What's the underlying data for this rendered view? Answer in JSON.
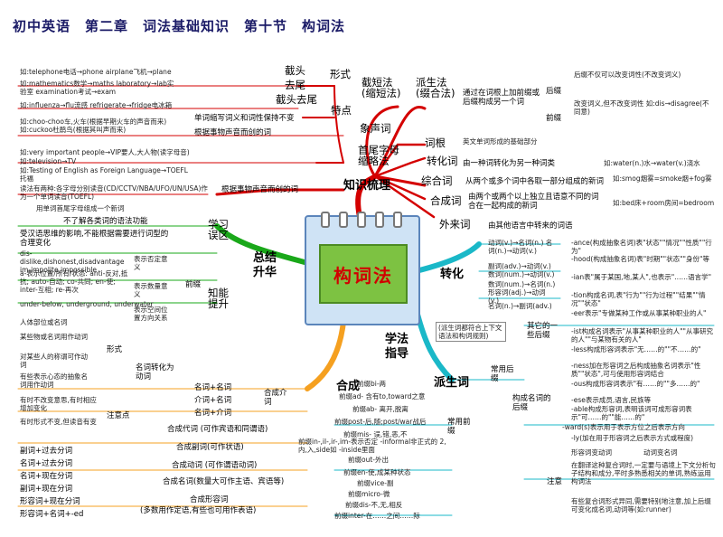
{
  "title": "初中英语　第二章　词法基础知识　第十节　构词法",
  "center": "构词法",
  "branches": {
    "zhishi": "知识梳理",
    "zongjie": "总结升华",
    "xuefa": "学法指导",
    "hecheng": "合成",
    "zhuanhua": "转化",
    "paisheng": "派生词"
  },
  "zhishi_items": {
    "paisheng_fa": "派生法(缀合法)",
    "jieduan": "截短法(缩短法)",
    "xingshi": "形式",
    "jietou": "截头",
    "quwei": "去尾",
    "jietouquwei": "截头去尾",
    "ex_jietou": "如:telephone电话→phone  airplane飞机→plane",
    "ex_quwei": "如:mathematics数学→maths  laboratory→lab实验室 examination考试→exam",
    "ex_both": "如:influenza→flu流感  refrigerate→fridge电冰箱",
    "tedian": "特点",
    "tedian_desc": "单词缩写词义和词性保持不变",
    "xiangsheng": "象声词",
    "xiangsheng_desc": "根据事物声音而创的词",
    "xiangsheng_ex": "如:choo-choo车,火车(根据早期火车的声音而来) 如:cuckoo杜鹃鸟(根据其叫声而来)",
    "shouzimu": "首尾字母缩略法",
    "sz_ex1": "如:very important people→VIP要人,大人物(读字母音)",
    "sz_ex2": "如:television→TV",
    "sz_ex3": "如:Testing of English as Foreign Language→TOEFL托福",
    "sz_desc": "根据事物声音而创的词",
    "sz_note": "读法有两种:各字母分别读音(CD/CCTV/NBA/UFO/UN/USA)作为一个单词读音(TOEFL)",
    "sz_note2": "用单词首尾字母组成一个新词",
    "paisheng_desc": "通过在词根上加前缀或后缀构成另一个词",
    "houzhui": "后缀",
    "qianzhui": "前缀",
    "houzhui_desc": "后缀不仅可以改变词性(不改变词义)",
    "qianzhui_desc": "改变词义,但不改变词性 如:dis→disagree(不同意)",
    "cigen": "词根",
    "cigen_desc": "英文单词形成的基础部分",
    "zhuanhuaci": "转化词",
    "zhuanhua_desc": "由一种词转化为另一种词类",
    "zhuanhua_ex": "如:water(n.)水→water(v.)浇水",
    "zonghe": "综合词",
    "zonghe_desc": "从两个或多个词中各取一部分组成的新词",
    "zonghe_ex": "如:smog烟雾=smoke烟+fog雾",
    "hechengci": "合成词",
    "hecheng_desc": "由两个或两个以上独立且语意不同的词合在一起构成的新词",
    "hecheng_ex": "如:bed床+room房间=bedroom",
    "wailai": "外来词",
    "wailai_desc": "由其他语言中转来的词语"
  },
  "zongjie_items": {
    "xuexi": "学习误区",
    "zhineng": "知能提升",
    "wuqu1": "不了解各类词的语法功能",
    "wuqu2": "受汉语思维的影响,不能根据需要进行词型的合理变化",
    "qianzhui": "前缀",
    "qz_fd": "表示否定意义",
    "qz_fd_ex": "dis-dislike,dishonest,disadvantage im-impolite,impossible",
    "qz_sl": "表示数量意义",
    "qz_sl_ex": "a-表示位置/所有/状态: anti-反对,抵抗; auto-自动; co-共同; en-使; inter-互相; re-再次",
    "qz_kj": "表示空间位置方向关系",
    "qz_kj_ex": "under-below, underground, underwater"
  },
  "hecheng_items": {
    "mingci": "名词转化为动词",
    "xingshi": "形式",
    "mc1": "人体部位或名词",
    "mc2": "某些物或名词用作动词",
    "mc3": "对某些人的称谓可作动词",
    "mc4": "有些表示心态的抽象名词用作动词",
    "zhuyi": "注意点",
    "zy1": "有时不改变意思,有时相应增加变化",
    "zy2": "有时形式不变,但读音有变",
    "cihui": "名词+名词",
    "jieci": "介词+名词",
    "jieci2": "名词+介词",
    "hechengjieci": "合成介词",
    "hechengdaici": "合成代词 (可作宾语和同谓语)",
    "hechengfuci": "合成副词(可作状语)",
    "hechengdongci": "合成动词 (可作谓语动词)",
    "hechengmingci": "合成名词(数量大可作主语、宾语等)",
    "hechengxingrong": "合成形容词",
    "hechengxingrong_desc": "(多数用作定语,有些也可用作表语)",
    "xr1": "副词+过去分词",
    "xr2": "名词+过去分词",
    "xr3": "名词+现在分词",
    "xr4": "副词+现在分词",
    "xr5": "形容词+现在分词",
    "xr6": "形容词+名词+-ed"
  },
  "zhuanhua_items": {
    "z1": "动词(v.)→名词(n.) 名词(n.)→动词(v.)",
    "z2": "副词(adv.)→动词(v.) 数词(num.)→动词(v.)",
    "z3": "数词(num.)→名词(n.) 形容词(adj.)→动词(v.)",
    "z4": "名词(n.)→副词(adv.)"
  },
  "paisheng_items": {
    "changyong_qian": "常用前缀",
    "changyong_hou": "常用后缀",
    "gouchengmingci": "构成名词的后缀",
    "qita": "其它的一些后缀",
    "zhuyi": "注意",
    "note": "(派生词都符合上下文语法和构词规则)",
    "q1": "前缀bi-两",
    "q2": "前缀ad- 含有to,toward之意",
    "q3": "前缀ab- 离开,脱离",
    "q4": "前缀post-后,随;post/war战后",
    "q5": "前缀mis- 误,错,恶,不",
    "q6": "前缀in-,il-,ir-,im-表示否定 -informal非正式的 2,内,入,side如 -inside里面",
    "q7": "前缀out-外出",
    "q8": "前缀en-使,成某种状态",
    "q9": "前缀vice-副",
    "q10": "前缀micro-微",
    "q11": "前缀dis-不,无,相反",
    "q12": "前缀inter-在……之间……际",
    "h1": "-ance(构成抽象名词)表\"状态\"\"情况\"\"性质\"\"行为\"",
    "h2": "-hood(构成抽象名词)表\"时期\"\"状态\"\"身份\"等",
    "h3": "-ian表\"属于某国,地,某人\",也表示\"……语言学\"",
    "h4": "-tion构成名词,表\"行为\"\"行为过程\"\"结果\"\"情况\"\"状态\"",
    "h5": "-eer表示\"专做某种工作或从事某种职业的人\"",
    "h6": "-ist构成名词表示\"从事某种职业的人\"\"从事研究的人\"\"与某物有关的人\"",
    "h7": "-less构成形容词表示\"无……的\"\"不……的\"",
    "h8": "-ness加在形容词之后构成抽象名词表示\"性质\"\"状态\",可与使用形容词结合",
    "h9": "-ous构成形容词表示\"有……的\"\"多……的\"",
    "h10": "-ese表示成员,语言,民族等",
    "h11": "-able构成形容词,表明该词可成形容词表示\"可……的\"\"能……的\"",
    "h12": "-ward(s)表示用于表示方位之后表示方向",
    "h13": "-ly(加在用于形容词之后表示方式或程度)",
    "xingrong": "形容词变动词",
    "dongci": "动词变名词",
    "zy1": "在翻译这种复合词时,一定要与语境上下文分析句子结构和成分,平时多熟悉相关的单词,熟练运用构词法",
    "zy2": "有些复合词形式异同,需要特别地注意,加上后缀可变化成名词,动词等(如:runner)"
  }
}
